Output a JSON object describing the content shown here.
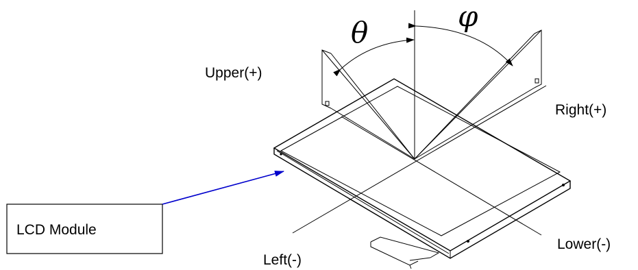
{
  "labels": {
    "theta": "θ",
    "phi": "φ",
    "upper": "Upper(+)",
    "right": "Right(+)",
    "left": "Left(-)",
    "lower": "Lower(-)",
    "module": "LCD Module"
  },
  "colors": {
    "leader_arrow": "#0000cc",
    "lines": "#000000"
  }
}
